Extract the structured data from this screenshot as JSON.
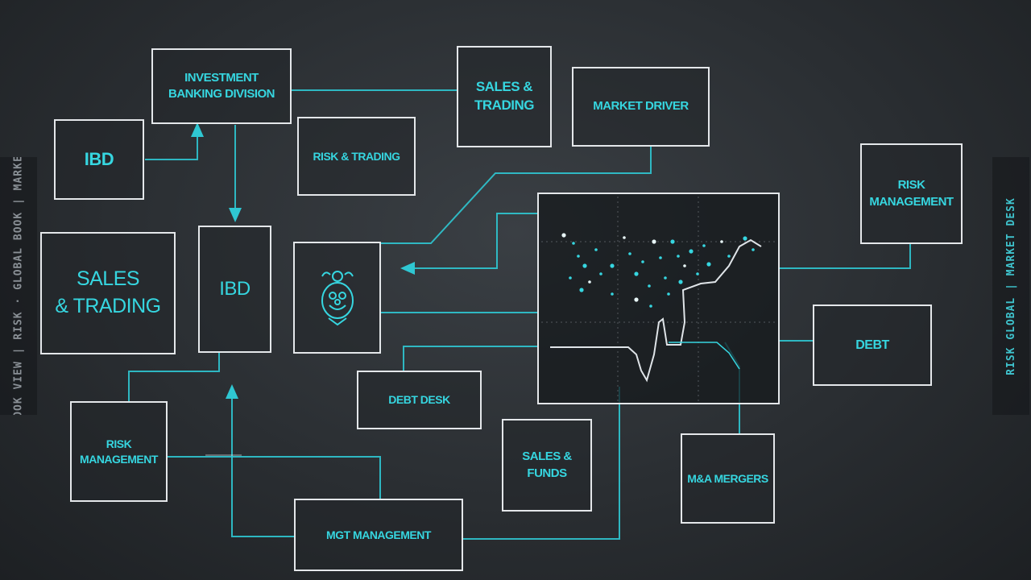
{
  "colors": {
    "background": "#2a2e32",
    "accent": "#36d6e0",
    "box_border": "#e4e7ea",
    "side_left_text": "#8a9096",
    "side_right_text": "#3fc3cd"
  },
  "boxes": {
    "invest_banking": "INVESTMENT\nBANKING DIVISION",
    "sales_trading_top": "SALES &\nTRADING",
    "market_right": "MARKET DRIVER",
    "ibd_small": "IBD",
    "risk_trading": "RISK & TRADING",
    "risk_management_right": "RISK\nMANAGEMENT",
    "sales_trading_main": "SALES\n& TRADING",
    "ibd_main": "IBD",
    "risk_management_left": "RISK\nMANAGEMENT",
    "debt_right": "DEBT",
    "debt_bottom": "DEBT DESK",
    "sales_bottom": "SALES &\nFUNDS",
    "mergers": "M&A MERGERS",
    "management_bottom": "MGT MANAGEMENT"
  },
  "icons": {
    "center": "investment-bank-emblem-icon"
  },
  "side": {
    "left": "BOOK VIEW | RISK · GLOBAL BOOK | MARKET",
    "right": "RISK GLOBAL | MARKET DESK"
  }
}
